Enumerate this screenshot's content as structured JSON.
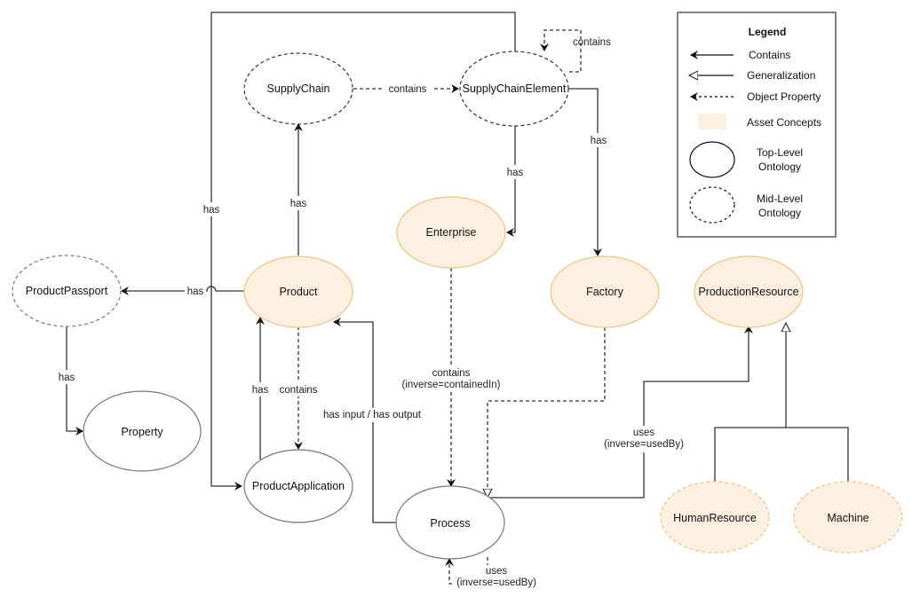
{
  "colors": {
    "asset_fill": "#fdf0e1",
    "asset_stroke": "#eac47a",
    "top_level_stroke": "#777777",
    "mid_level_stroke": "#444444",
    "edge": "#333333"
  },
  "legend": {
    "title": "Legend",
    "items": [
      {
        "label": "Contains",
        "kind": "contains"
      },
      {
        "label": "Generalization",
        "kind": "generalization"
      },
      {
        "label": "Object Property",
        "kind": "object-property"
      },
      {
        "label": "Asset Concepts",
        "kind": "asset"
      },
      {
        "label": "Top-Level\nOntology",
        "line1": "Top-Level",
        "line2": "Ontology",
        "kind": "top-level"
      },
      {
        "label": "Mid-Level\nOntology",
        "line1": "Mid-Level",
        "line2": "Ontology",
        "kind": "mid-level"
      }
    ]
  },
  "nodes": {
    "supply_chain": {
      "label": "SupplyChain",
      "type": "mid-level"
    },
    "supply_chain_element": {
      "label": "SupplyChainElement",
      "type": "mid-level"
    },
    "enterprise": {
      "label": "Enterprise",
      "type": "asset"
    },
    "factory": {
      "label": "Factory",
      "type": "asset"
    },
    "production_resource": {
      "label": "ProductionResource",
      "type": "asset"
    },
    "product_passport": {
      "label": "ProductPassport",
      "type": "mid-level-grey"
    },
    "product": {
      "label": "Product",
      "type": "asset"
    },
    "property": {
      "label": "Property",
      "type": "top-level"
    },
    "product_application": {
      "label": "ProductApplication",
      "type": "top-level"
    },
    "process": {
      "label": "Process",
      "type": "top-level"
    },
    "human_resource": {
      "label": "HumanResource",
      "type": "asset-dashed"
    },
    "machine": {
      "label": "Machine",
      "type": "asset-dashed"
    }
  },
  "edges": {
    "sc_contains_sce": "contains",
    "sce_self_contains": "contains",
    "sce_has_enterprise": "has",
    "sce_has_factory": "has",
    "product_has_supplychain": "has",
    "product_has_passport": "has",
    "passport_has_property": "has",
    "has_left_long": "has",
    "appl_has_product": "has",
    "product_contains_appl": "contains",
    "process_has_io": "has input / has output",
    "enterprise_contains_process_1": "contains",
    "enterprise_contains_process_2": "(inverse=containedIn)",
    "process_uses_resource_1": "uses",
    "process_uses_resource_2": "(inverse=usedBy)",
    "process_self_uses_1": "uses",
    "process_self_uses_2": "(inverse=usedBy)"
  }
}
